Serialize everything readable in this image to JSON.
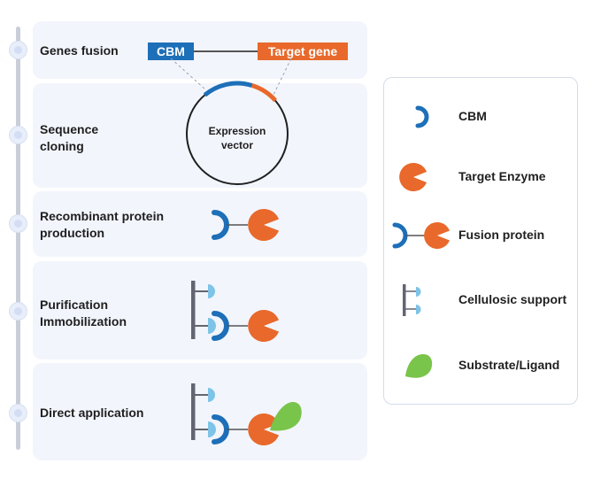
{
  "colors": {
    "cbm_blue": "#1d6fb8",
    "target_orange": "#e8692b",
    "support_gray": "#616670",
    "support_light_blue": "#7ec3e8",
    "substrate_green": "#79c44a",
    "card_bg": "#f2f5fc"
  },
  "steps": [
    {
      "label": "Genes fusion"
    },
    {
      "label": "Sequence\ncloning"
    },
    {
      "label": "Recombinant protein\nproduction"
    },
    {
      "label": "Purification\nImmobilization"
    },
    {
      "label": "Direct application"
    }
  ],
  "gene_fusion": {
    "cbm_label": "CBM",
    "target_label": "Target gene"
  },
  "vector": {
    "label_line1": "Expression",
    "label_line2": "vector"
  },
  "legend": {
    "items": [
      {
        "label": "CBM",
        "icon": "cbm-icon"
      },
      {
        "label": "Target Enzyme",
        "icon": "target-enzyme-icon"
      },
      {
        "label": "Fusion protein",
        "icon": "fusion-protein-icon"
      },
      {
        "label": "Cellulosic support",
        "icon": "cellulosic-support-icon"
      },
      {
        "label": "Substrate/Ligand",
        "icon": "substrate-ligand-icon"
      }
    ]
  }
}
